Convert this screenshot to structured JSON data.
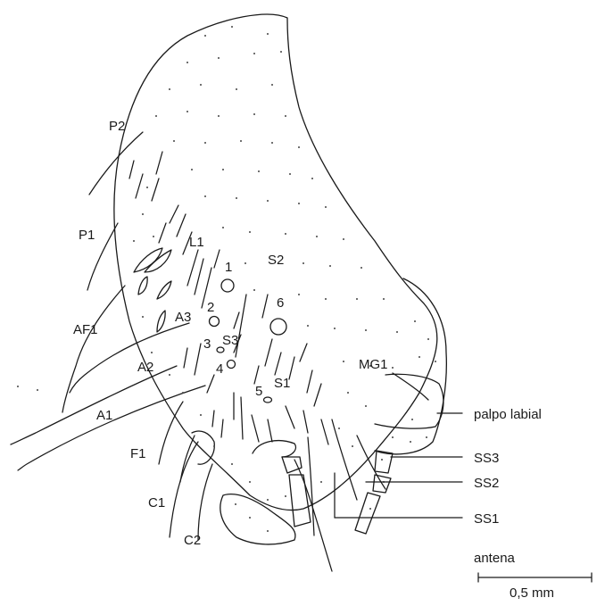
{
  "labels": {
    "P2": "P2",
    "P1": "P1",
    "AF1": "AF1",
    "L1": "L1",
    "S2": "S2",
    "n1": "1",
    "n2": "2",
    "n3": "3",
    "n4": "4",
    "n5": "5",
    "n6": "6",
    "A3": "A3",
    "S3": "S3",
    "A2": "A2",
    "S1": "S1",
    "A1": "A1",
    "F1": "F1",
    "C1": "C1",
    "C2": "C2",
    "MG1": "MG1",
    "palpo_labial": "palpo labial",
    "SS3": "SS3",
    "SS2": "SS2",
    "SS1": "SS1",
    "antena": "antena",
    "scale": "0,5 mm"
  },
  "colors": {
    "ink": "#1a1a1a",
    "background": "#ffffff"
  }
}
